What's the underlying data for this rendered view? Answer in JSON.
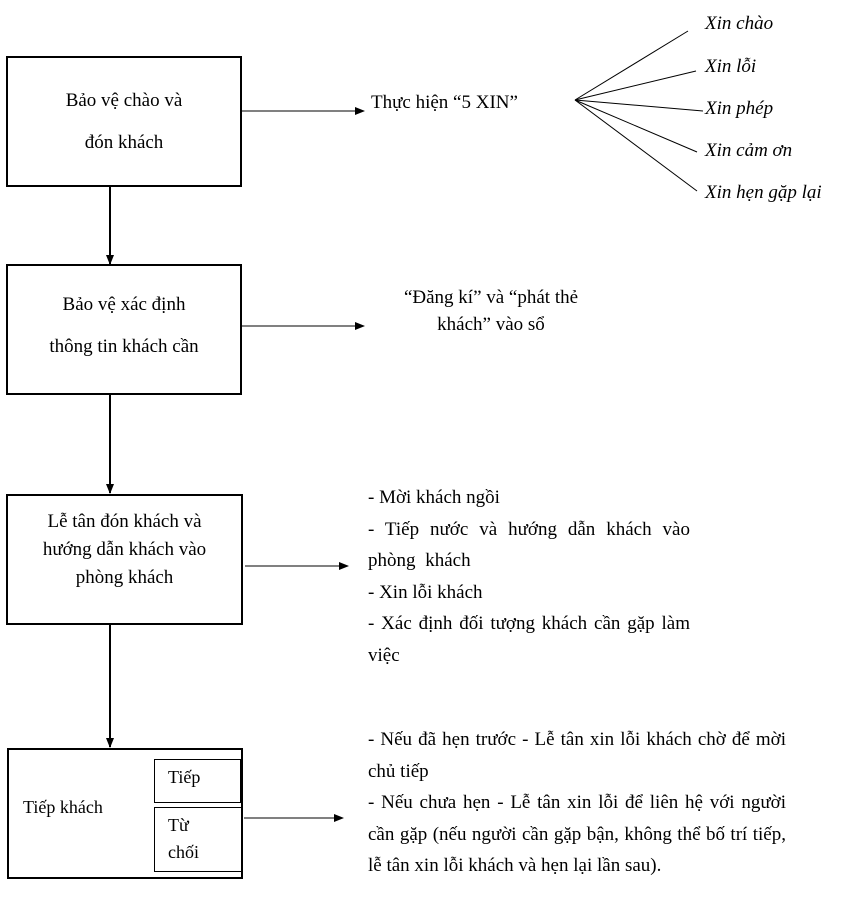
{
  "steps": [
    {
      "lines": [
        "Bảo vệ chào và",
        "đón khách"
      ]
    },
    {
      "lines": [
        "Bảo vệ xác định",
        "thông tin khách cần"
      ]
    },
    {
      "lines": [
        "Lễ tân đón khách và",
        "hướng dẫn khách vào",
        "phòng khách"
      ]
    },
    {
      "label": "Tiếp khách",
      "options": [
        "Tiếp",
        "Từ chối"
      ],
      "option_lines": [
        [
          "Tiếp"
        ],
        [
          "Từ",
          "chối"
        ]
      ]
    }
  ],
  "outcomes": {
    "step1": {
      "label": "Thực hiện “5 XIN”",
      "branches": [
        "Xin chào",
        "Xin lỗi",
        "Xin phép",
        "Xin cảm ơn",
        "Xin hẹn gặp lại"
      ]
    },
    "step2": {
      "lines": [
        "“Đăng kí” và “phát thẻ",
        "khách” vào sổ"
      ]
    },
    "step3": {
      "items": [
        "- Mời khách ngồi",
        "- Tiếp nước và hướng dẫn khách vào phòng khách",
        "- Xin lỗi khách",
        "- Xác định đối tượng khách cần gặp làm việc"
      ]
    },
    "step4": {
      "items": [
        "- Nếu đã hẹn trước - Lễ tân xin lỗi khách chờ để mời chủ tiếp",
        "- Nếu chưa hẹn - Lễ tân xin lỗi để liên hệ với người cần gặp (nếu người cần gặp bận, không thể bố trí tiếp, lễ tân xin lỗi khách và hẹn lại lần sau)."
      ]
    }
  }
}
